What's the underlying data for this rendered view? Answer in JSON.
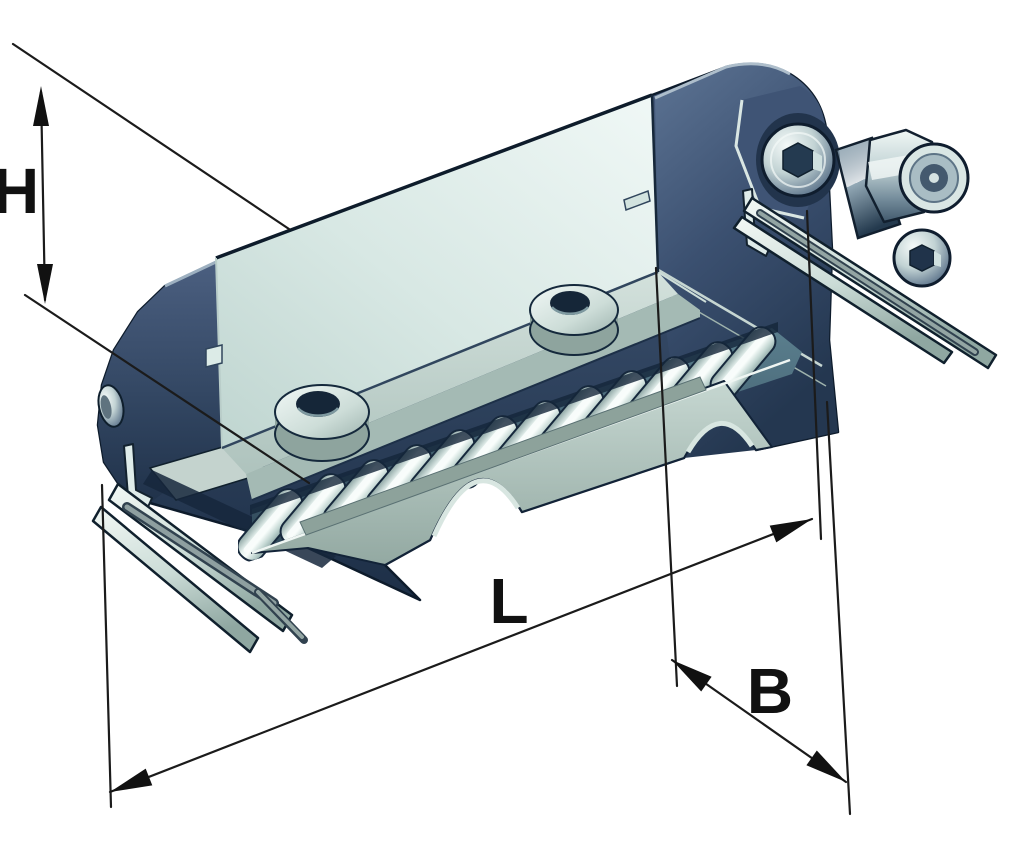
{
  "figure": {
    "kind": "technical dimension illustration",
    "subject": "Linear recirculating roller bearing unit, isometric cutaway view",
    "background_color": "#ffffff",
    "line_color": "#1b1b1b",
    "labels": {
      "height": "H",
      "length": "L",
      "width": "B"
    },
    "palette": {
      "body_dark": "#2f4460",
      "body_light": "#5d7494",
      "section_panel": "#e9f3f1",
      "race_plate": "#b7cac4",
      "rollers": "#d9eae6",
      "cage_gap": "#4e7486",
      "metal_highlight": "#eef5f3"
    }
  }
}
